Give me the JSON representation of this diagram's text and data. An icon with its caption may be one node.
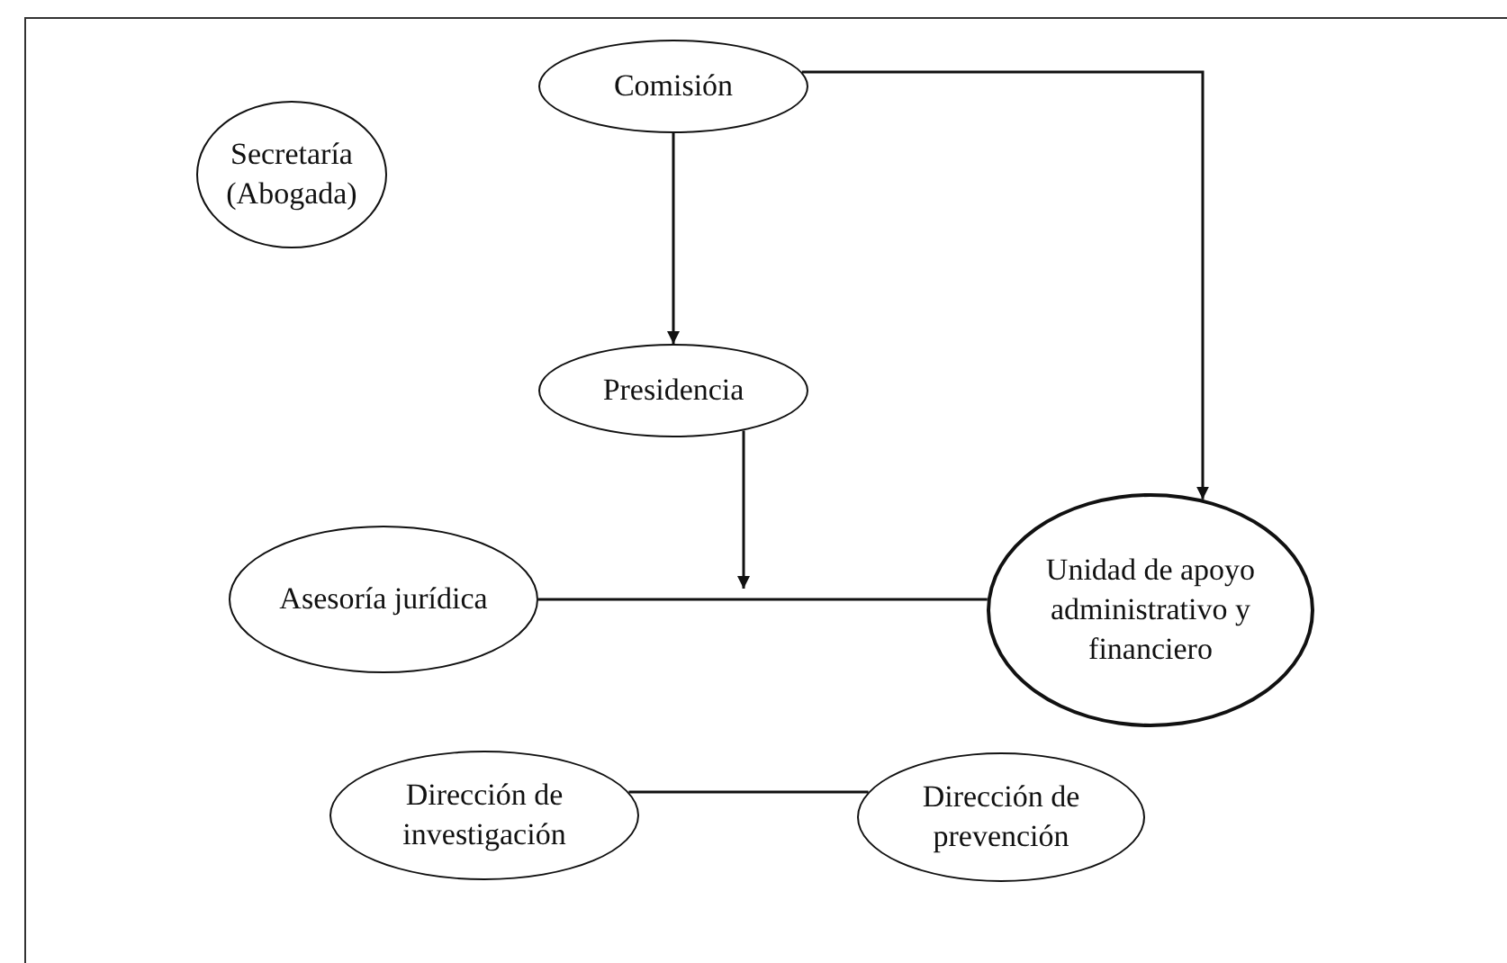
{
  "diagram": {
    "nodes": [
      {
        "text": [
          "Comisión"
        ]
      },
      {
        "text": [
          "Secretaría (Abogada)"
        ]
      },
      {
        "text": [
          "Presidencia"
        ]
      },
      {
        "text": [
          "Asesoría jurídica"
        ]
      },
      {
        "text": [
          "Unidad de apoyo administrativo y financiero"
        ]
      },
      {
        "text": [
          "Dirección de investigación"
        ]
      },
      {
        "text": [
          "Dirección de prevención"
        ]
      }
    ],
    "edges": [
      {
        "from": 0,
        "to": 2,
        "arrow": "to"
      },
      {
        "from": 0,
        "to": 4,
        "arrow": "to"
      },
      {
        "from": 2,
        "to": null,
        "arrow": "to"
      },
      {
        "from": 3,
        "to": 4,
        "arrow": "none"
      },
      {
        "from": 5,
        "to": 6,
        "arrow": "none"
      }
    ]
  }
}
